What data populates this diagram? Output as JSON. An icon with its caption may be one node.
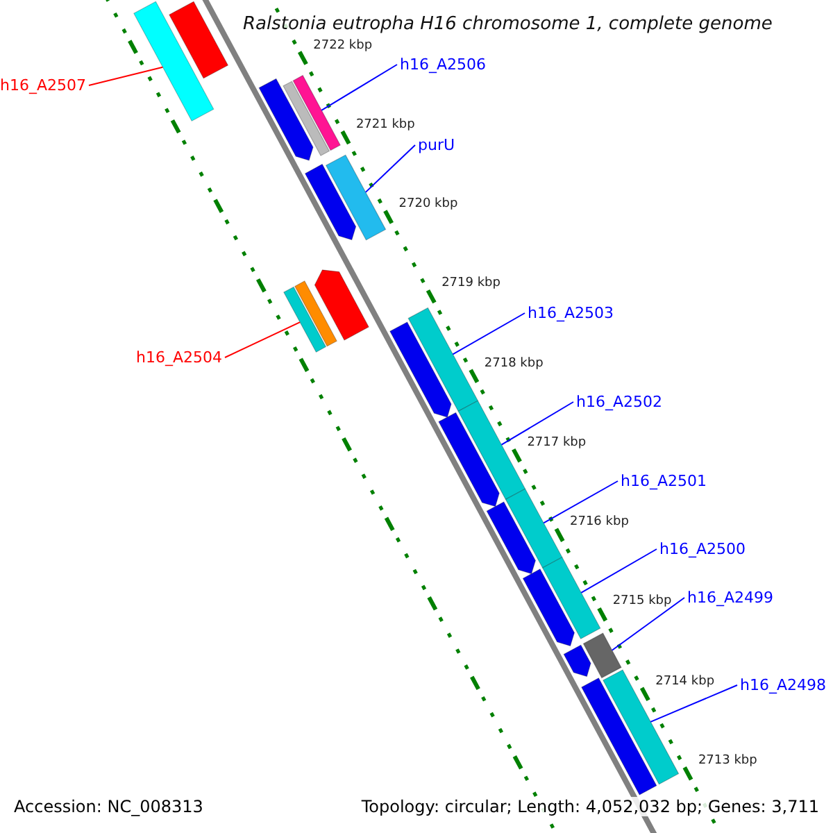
{
  "diagram": {
    "title": "Ralstonia eutropha H16 chromosome 1, complete genome",
    "nodes": [
      {
        "text": [
          "h16_A2507"
        ]
      },
      {
        "text": [
          "h16_A2506"
        ]
      },
      {
        "text": [
          "purU"
        ]
      },
      {
        "text": [
          "h16_A2504"
        ]
      },
      {
        "text": [
          "h16_A2503"
        ]
      },
      {
        "text": [
          "h16_A2502"
        ]
      },
      {
        "text": [
          "h16_A2501"
        ]
      },
      {
        "text": [
          "h16_A2500"
        ]
      },
      {
        "text": [
          "h16_A2499"
        ]
      },
      {
        "text": [
          "h16_A2498"
        ]
      },
      {
        "text": [],
        "shape": "bar"
      },
      {
        "text": [],
        "shape": "bar"
      },
      {
        "text": [],
        "shape": "bar"
      },
      {
        "text": [],
        "shape": "bar"
      },
      {
        "text": [],
        "shape": "bar"
      },
      {
        "text": [],
        "shape": "bar"
      },
      {
        "text": [],
        "shape": "bar"
      },
      {
        "text": [],
        "shape": "bar"
      },
      {
        "text": [],
        "shape": "bar"
      },
      {
        "text": [],
        "shape": "bar"
      },
      {
        "text": [],
        "shape": "bar"
      },
      {
        "text": [],
        "shape": "bar"
      },
      {
        "text": [],
        "shape": "bar"
      },
      {
        "text": [],
        "shape": "bar"
      },
      {
        "text": [],
        "shape": "bar"
      },
      {
        "text": [],
        "shape": "bar"
      },
      {
        "text": [],
        "shape": "bar"
      },
      {
        "text": [],
        "shape": "bar"
      },
      {
        "text": [],
        "shape": "bar"
      },
      {
        "text": [],
        "shape": "bar"
      },
      {
        "text": [],
        "shape": "bar"
      },
      {
        "text": [],
        "shape": "bar"
      }
    ],
    "edges": [
      {
        "from": 0,
        "to": 10,
        "arrow": "none",
        "color": "#ff0000"
      },
      {
        "from": 1,
        "to": 11,
        "arrow": "none"
      },
      {
        "from": 2,
        "to": 12,
        "arrow": "none"
      },
      {
        "from": 3,
        "to": 13,
        "arrow": "none",
        "color": "#ff0000"
      },
      {
        "from": 4,
        "to": 14,
        "arrow": "none"
      },
      {
        "from": 5,
        "to": 15,
        "arrow": "none"
      },
      {
        "from": 6,
        "to": 16,
        "arrow": "none"
      },
      {
        "from": 7,
        "to": 17,
        "arrow": "none"
      },
      {
        "from": 8,
        "to": 18,
        "arrow": "none"
      },
      {
        "from": 9,
        "to": 19,
        "arrow": "none"
      }
    ],
    "labels": [
      "2722 kbp",
      "2721 kbp",
      "2720 kbp",
      "2719 kbp",
      "2718 kbp",
      "2717 kbp",
      "2716 kbp",
      "2715 kbp",
      "2714 kbp",
      "2713 kbp",
      "Accession: NC_008313",
      "Topology: circular; Length: 4,052,032 bp; Genes: 3,711"
    ]
  }
}
